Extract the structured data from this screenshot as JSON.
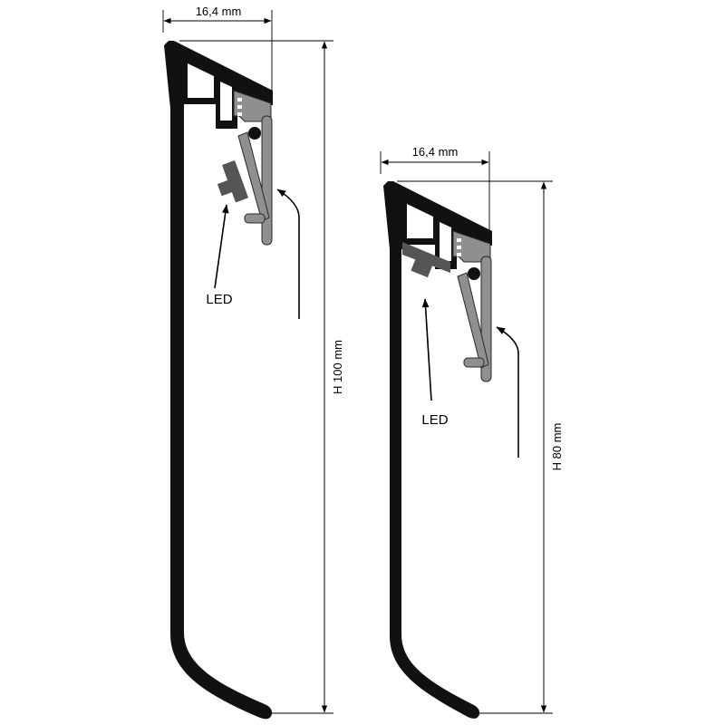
{
  "colors": {
    "profile": "#111111",
    "holder": "#8f8f8f",
    "led": "#555555",
    "hole": "#ffffff"
  },
  "profiles": {
    "left": {
      "width_label": "16,4 mm",
      "height_label": "H 100 mm",
      "led_label": "LED"
    },
    "right": {
      "width_label": "16,4 mm",
      "height_label": "H 80 mm",
      "led_label": "LED"
    }
  }
}
